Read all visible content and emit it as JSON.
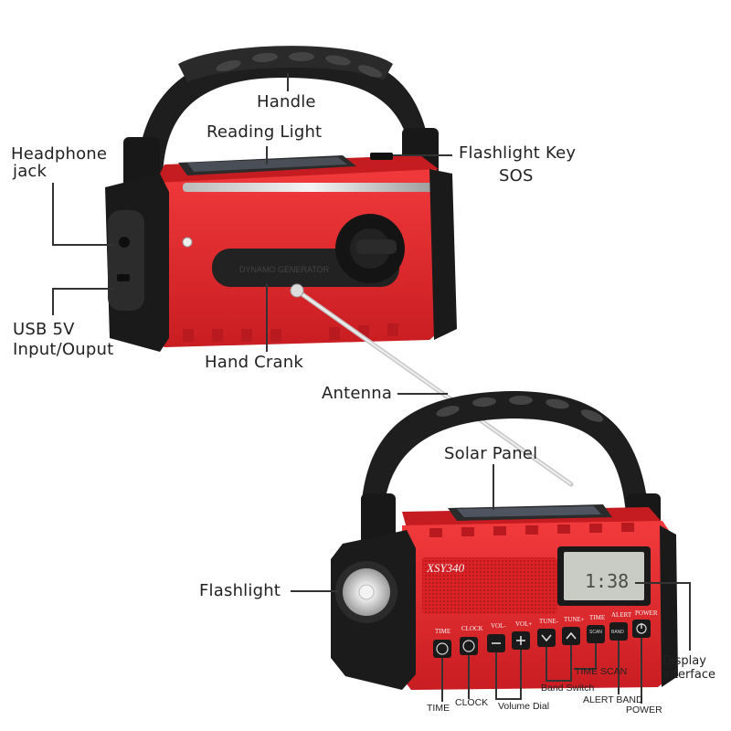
{
  "labels": {
    "handle": "Handle",
    "reading_light": "Reading Light",
    "headphone_jack_1": "Headphone",
    "headphone_jack_2": "jack",
    "flashlight_key_1": "Flashlight Key",
    "flashlight_key_2": "SOS",
    "usb_1": "USB 5V",
    "usb_2": "Input/Ouput",
    "hand_crank": "Hand Crank",
    "antenna": "Antenna",
    "solar_panel": "Solar Panel",
    "flashlight": "Flashlight",
    "display_1": "Display",
    "display_2": "interface",
    "time_scan": "TIME SCAN",
    "band_switch": "Band Switch",
    "alert_band": "ALERT BAND",
    "time": "TIME",
    "clock": "CLOCK",
    "volume_dial": "Volume Dial",
    "power": "POWER"
  },
  "device": {
    "brand": "XSY340",
    "lcd_time": "1:38",
    "crank_text": "DYNAMO GENERATOR",
    "buttons": [
      "TIME",
      "CLOCK",
      "VOL-",
      "VOL+",
      "TUNE-",
      "TUNE+",
      "TIME",
      "ALERT",
      "POWER"
    ],
    "scan_label": "SCAN",
    "band_label": "BAND"
  },
  "colors": {
    "body_red": "#e3262b",
    "rubber": "#1c1c1c",
    "label_text": "#222222"
  }
}
